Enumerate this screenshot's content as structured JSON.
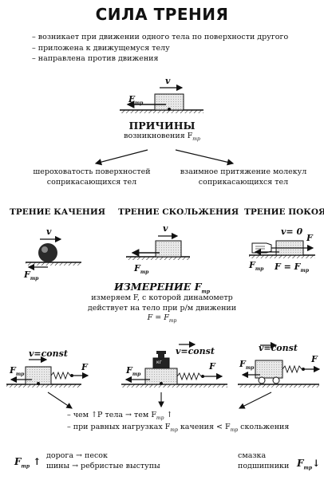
{
  "title": "СИЛА ТРЕНИЯ",
  "properties": [
    "– возникает при движении одного тела по поверхности другого",
    "– приложена к движущемуся телу",
    "– направлена против движения"
  ],
  "symbols": {
    "v": "v",
    "F": "F",
    "sub_tr": "тр",
    "v_const": "v=const",
    "v_zero": "v= 0",
    "F_eq": "F = F",
    "P": "P"
  },
  "causes": {
    "heading": "ПРИЧИНЫ",
    "subheading": "возникновения F",
    "left": [
      "шероховатость поверхностей",
      "соприкасающихся тел"
    ],
    "right": [
      "взаимное притяжение молекул",
      "соприкасающихся тел"
    ]
  },
  "types": {
    "rolling": "ТРЕНИЕ КАЧЕНИЯ",
    "sliding": "ТРЕНИЕ СКОЛЬЖЕНИЯ",
    "static": "ТРЕНИЕ ПОКОЯ"
  },
  "measurement": {
    "heading": "ИЗМЕРЕНИЕ F",
    "lines": [
      "измеряем F, с которой динамометр",
      "действует на тело при р/м движении"
    ],
    "formula": "F = F",
    "weight_label": "кг"
  },
  "conclusions": [
    "– чем ↑P тела → тем F",
    "– при равных нагрузках F",
    " качения < F",
    " скольжения"
  ],
  "conclusion_up_arrow": "↑",
  "increase": {
    "arrow": "↑",
    "items": [
      "дорога → песок",
      "шины → ребристые выступы"
    ]
  },
  "decrease": {
    "arrow": "↓",
    "items": [
      "смазка",
      "подшипники"
    ]
  }
}
